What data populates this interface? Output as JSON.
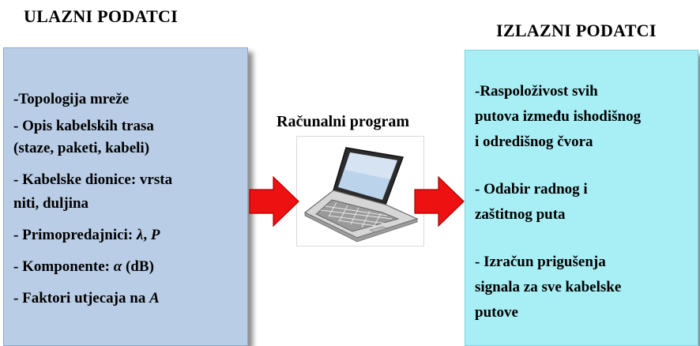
{
  "left_panel": {
    "title": "ULAZNI PODATCI",
    "lines": [
      "-Topologija mreže",
      "- Opis kabelskih trasa",
      "(staze, paketi, kabeli)",
      "- Kabelske dionice: vrsta",
      "niti, duljina",
      "- Primopredajnici: λ, P",
      "- Komponente: α (dB)",
      "- Faktori utjecaja na A"
    ],
    "color": "#b9cde6"
  },
  "center": {
    "label": "Računalni program",
    "icon": "laptop-icon"
  },
  "right_panel": {
    "title": "IZLAZNI PODATCI",
    "lines": [
      "-Raspoloživost svih",
      "putova između ishodišnog",
      "i odredišnog čvora",
      "- Odabir radnog i",
      "zaštitnog  puta",
      "- Izračun prigušenja",
      "signala za sve kabelske",
      "putove"
    ],
    "color": "#a8eef5"
  },
  "arrows": {
    "color": "#ee1111",
    "icon": "arrow-right-icon"
  }
}
